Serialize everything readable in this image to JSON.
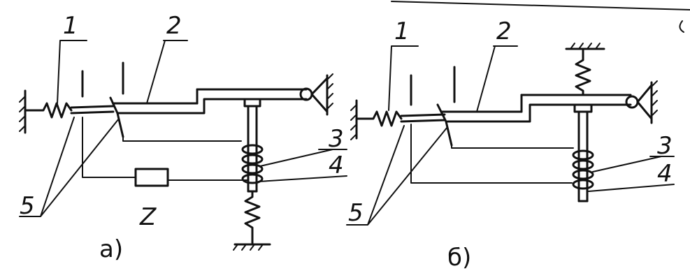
{
  "diagram_a": {
    "caption": "а)",
    "labels": {
      "contact_spring": "1",
      "latch_lever": "2",
      "coil": "3",
      "armature": "4",
      "contacts": "5",
      "load": "Z"
    }
  },
  "diagram_b": {
    "caption": "б)",
    "labels": {
      "contact_spring": "1",
      "latch_lever": "2",
      "coil": "3",
      "armature": "4",
      "contacts": "5"
    }
  },
  "colors": {
    "ink": "#111111",
    "paper": "#ffffff"
  }
}
